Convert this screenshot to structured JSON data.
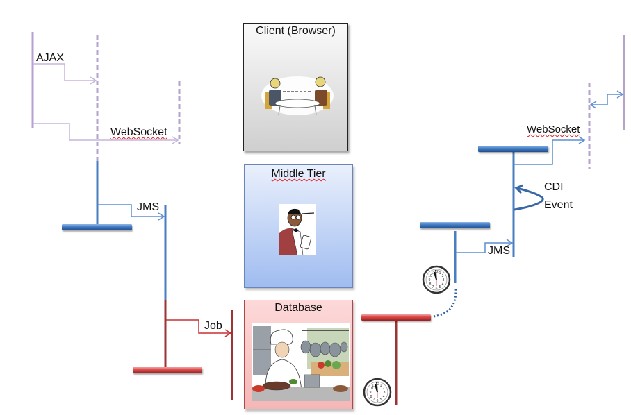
{
  "diagram": {
    "tiers": {
      "client": {
        "title": "Client (Browser)",
        "image": "two-businessmen-at-table-illustration"
      },
      "middle": {
        "title": "Middle Tier",
        "image": "waiter-taking-order-illustration"
      },
      "database": {
        "title": "Database",
        "image": "chef-cooking-in-kitchen-illustration"
      }
    },
    "left_flow_labels": {
      "ajax": "AJAX",
      "websocket": "WebSocket",
      "jms": "JMS",
      "job": "Job"
    },
    "right_flow_labels": {
      "websocket": "WebSocket",
      "cdi_line1": "CDI",
      "cdi_line2": "Event",
      "jms": "JMS"
    },
    "icons": [
      "clock-icon",
      "clock-icon"
    ],
    "colors": {
      "client_lane": "#b5a3cf",
      "middle_lane": "#4a7ebf",
      "db_lane": "#9b3434",
      "db_bar": "#d64545",
      "middle_bar": "#3f78c0",
      "arrow_client": "#c5b6dd",
      "arrow_middle": "#5b8fd0",
      "arrow_db": "#c83030"
    }
  }
}
